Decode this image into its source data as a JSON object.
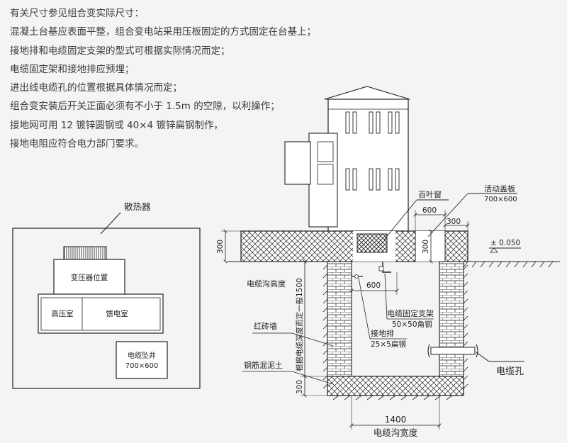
{
  "notes": [
    "有关尺寸参见组合变实际尺寸：",
    "混凝土台基应表面平整，组合变电站采用压板固定的方式固定在台基上；",
    "接地排和电缆固定支架的型式可根据实际情况而定；",
    "电缆固定架和接地排应预埋；",
    "进出线电缆孔的位置根据具体情况而定；",
    "组合变安装后开关正面必须有不小于 1.5m 的空隙，以利操作；",
    "接地网可用 12 镀锌圆钢或 40×4 镀锌扁钢制作，",
    "接地电阻应符合电力部门要求。"
  ],
  "plan": {
    "radiator_label": "散热器",
    "transformer_label": "变压器位置",
    "hv_room_label": "高压室",
    "feeder_room_label": "馈电室",
    "cable_pit_label": "电缆坠井",
    "cable_pit_size": "700×600"
  },
  "section": {
    "louver_label": "百叶窗",
    "cover_label": "活动盖板",
    "cover_size": "700×600",
    "dim_600_top": "600",
    "dim_300_top": "300",
    "dim_300_left_top": "300",
    "dim_300_cover": "300",
    "elevation": "± 0.050",
    "trench_height_label": "电缆沟高度",
    "dim_600_bracket": "600",
    "bracket_label": "电缆固定支架",
    "bracket_spec": "50×50角钢",
    "ground_bar_label": "接地排",
    "ground_bar_spec": "25×5扁钢",
    "brick_wall_label": "红砖墙",
    "rc_label": "钢筋混泥土",
    "depth_label": "根据电缆深度而定一般1500",
    "dim_300_bottom": "300",
    "cable_hole_label": "电缆孔",
    "width_dim": "1400",
    "width_label": "电缆沟宽度"
  }
}
